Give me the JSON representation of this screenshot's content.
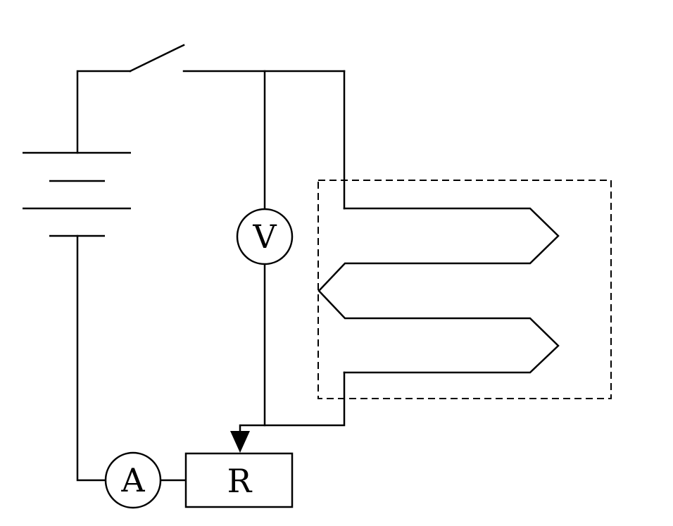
{
  "diagram": {
    "voltmeter": {
      "label": "V"
    },
    "ammeter": {
      "label": "A"
    },
    "rheostat": {
      "label": "R"
    }
  }
}
